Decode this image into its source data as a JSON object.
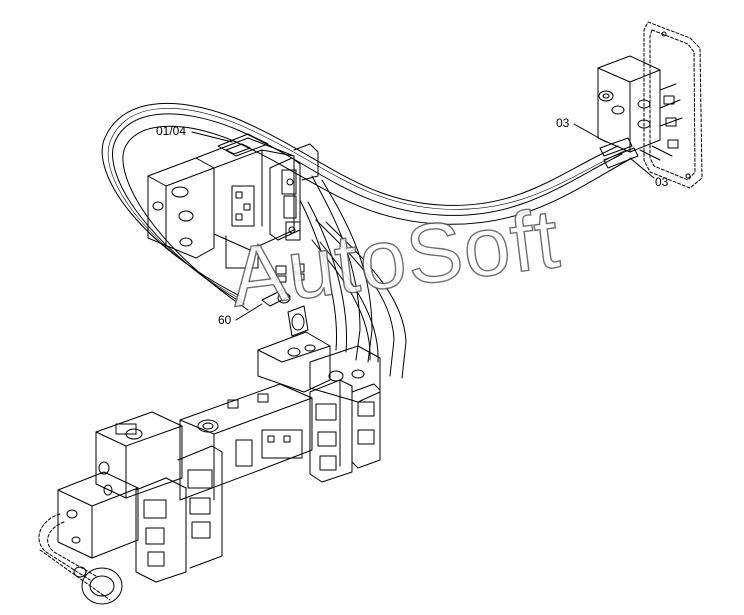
{
  "callouts": {
    "c1": "01/04",
    "c2": "03",
    "c3": "03",
    "c4": "60"
  },
  "watermark": "AutoSoft",
  "colors": {
    "line": "#000000",
    "watermark_outline": "#555555"
  }
}
